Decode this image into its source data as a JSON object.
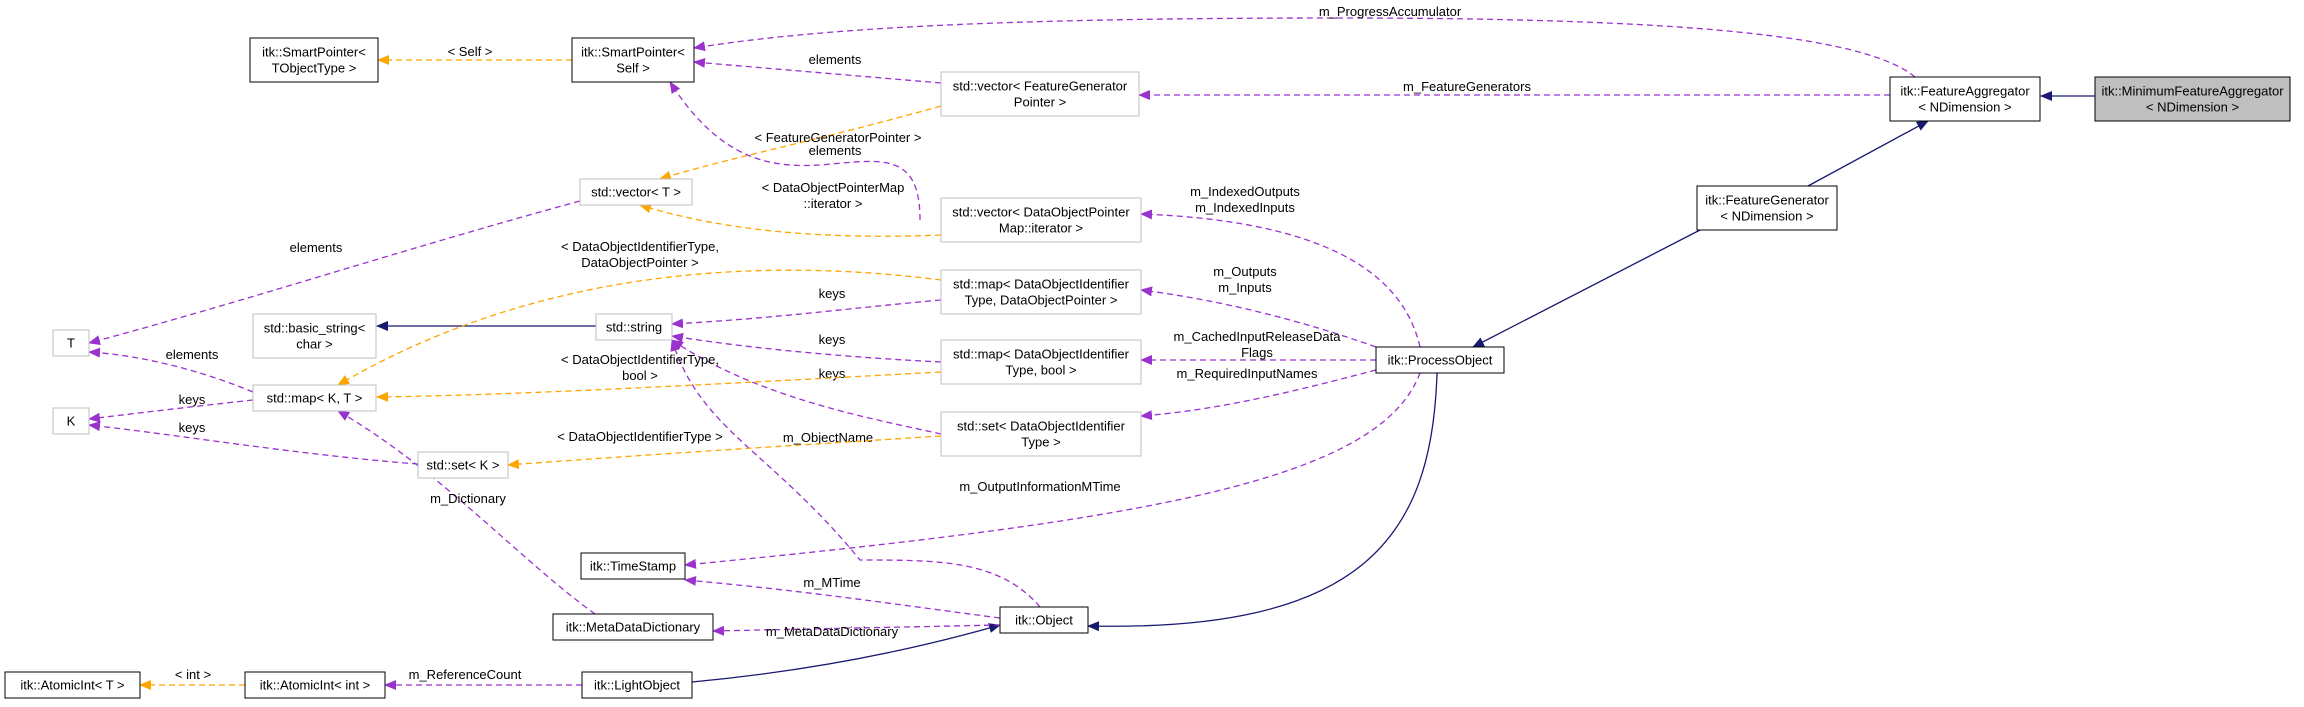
{
  "colors": {
    "inheritance": "#191970",
    "usage": "#9a32cd",
    "template": "#ffa500",
    "focus_fill": "#bfbfbf",
    "gray_border": "#bfbfbf"
  },
  "nodes": [
    {
      "id": "minfeatagg",
      "lines": [
        "itk::MinimumFeatureAggregator",
        "< NDimension >"
      ],
      "style": "focus"
    },
    {
      "id": "featagg",
      "lines": [
        "itk::FeatureAggregator",
        "< NDimension >"
      ],
      "style": "solid"
    },
    {
      "id": "featgen",
      "lines": [
        "itk::FeatureGenerator",
        "< NDimension >"
      ],
      "style": "solid"
    },
    {
      "id": "procobj",
      "lines": [
        "itk::ProcessObject"
      ],
      "style": "solid"
    },
    {
      "id": "object",
      "lines": [
        "itk::Object"
      ],
      "style": "solid"
    },
    {
      "id": "lightobj",
      "lines": [
        "itk::LightObject"
      ],
      "style": "solid"
    },
    {
      "id": "atomicint_int",
      "lines": [
        "itk::AtomicInt< int >"
      ],
      "style": "solid"
    },
    {
      "id": "atomicint_t",
      "lines": [
        "itk::AtomicInt< T >"
      ],
      "style": "solid"
    },
    {
      "id": "metadict",
      "lines": [
        "itk::MetaDataDictionary"
      ],
      "style": "solid"
    },
    {
      "id": "timestamp",
      "lines": [
        "itk::TimeStamp"
      ],
      "style": "solid"
    },
    {
      "id": "smartptr_self",
      "lines": [
        "itk::SmartPointer<",
        "Self >"
      ],
      "style": "solid"
    },
    {
      "id": "smartptr_tobj",
      "lines": [
        "itk::SmartPointer<",
        "TObjectType >"
      ],
      "style": "solid"
    },
    {
      "id": "vec_featgen",
      "lines": [
        "std::vector< FeatureGenerator",
        "Pointer >"
      ],
      "style": "gray"
    },
    {
      "id": "vec_t",
      "lines": [
        "std::vector< T >"
      ],
      "style": "gray"
    },
    {
      "id": "vec_dopm_iter",
      "lines": [
        "std::vector< DataObjectPointer",
        "Map::iterator >"
      ],
      "style": "gray"
    },
    {
      "id": "map_doid_dop",
      "lines": [
        "std::map< DataObjectIdentifier",
        "Type, DataObjectPointer >"
      ],
      "style": "gray"
    },
    {
      "id": "stdstring",
      "lines": [
        "std::string"
      ],
      "style": "gray"
    },
    {
      "id": "basic_string",
      "lines": [
        "std::basic_string<",
        "char >"
      ],
      "style": "gray"
    },
    {
      "id": "map_doid_bool",
      "lines": [
        "std::map< DataObjectIdentifier",
        "Type, bool >"
      ],
      "style": "gray"
    },
    {
      "id": "set_doid",
      "lines": [
        "std::set< DataObjectIdentifier",
        "Type >"
      ],
      "style": "gray"
    },
    {
      "id": "map_kt",
      "lines": [
        "std::map< K, T >"
      ],
      "style": "gray"
    },
    {
      "id": "set_k",
      "lines": [
        "std::set< K >"
      ],
      "style": "gray"
    },
    {
      "id": "t_node",
      "lines": [
        "T"
      ],
      "style": "gray"
    },
    {
      "id": "k_node",
      "lines": [
        "K"
      ],
      "style": "gray"
    }
  ],
  "edges": [
    {
      "id": "featagg-to-minfeatagg",
      "kind": "inheritance",
      "labels": []
    },
    {
      "id": "featgen-to-featagg",
      "kind": "inheritance",
      "labels": []
    },
    {
      "id": "procobj-to-featgen",
      "kind": "inheritance",
      "labels": []
    },
    {
      "id": "object-to-procobj",
      "kind": "inheritance",
      "labels": []
    },
    {
      "id": "lightobj-to-object",
      "kind": "inheritance",
      "labels": []
    },
    {
      "id": "basicstring-to-stdstring",
      "kind": "inheritance",
      "labels": []
    },
    {
      "id": "smartptr-to-featagg",
      "kind": "usage",
      "labels": [
        "m_ProgressAccumulator"
      ]
    },
    {
      "id": "vecfeatgen-to-featagg",
      "kind": "usage",
      "labels": [
        "m_FeatureGenerators"
      ]
    },
    {
      "id": "smartptr-to-vecfeatgen",
      "kind": "usage",
      "labels": [
        "elements"
      ]
    },
    {
      "id": "smartptr-to-vecdopm",
      "kind": "usage",
      "labels": [
        "elements"
      ]
    },
    {
      "id": "vecdopm-to-procobj",
      "kind": "usage",
      "labels": [
        "m_IndexedOutputs",
        "m_IndexedInputs"
      ]
    },
    {
      "id": "mapdop-to-procobj",
      "kind": "usage",
      "labels": [
        "m_Outputs",
        "m_Inputs"
      ]
    },
    {
      "id": "mapbool-to-procobj",
      "kind": "usage",
      "labels": [
        "m_CachedInputReleaseData",
        "Flags"
      ]
    },
    {
      "id": "setdoid-to-procobj",
      "kind": "usage",
      "labels": [
        "m_RequiredInputNames"
      ]
    },
    {
      "id": "timestamp-to-procobj",
      "kind": "usage",
      "labels": [
        "m_OutputInformationMTime"
      ]
    },
    {
      "id": "timestamp-to-object",
      "kind": "usage",
      "labels": [
        "m_MTime"
      ]
    },
    {
      "id": "metadict-to-object",
      "kind": "usage",
      "labels": [
        "m_MetaDataDictionary"
      ]
    },
    {
      "id": "stdstring-to-object",
      "kind": "usage",
      "labels": [
        "m_ObjectName"
      ]
    },
    {
      "id": "atomicint-to-lightobj",
      "kind": "usage",
      "labels": [
        "m_ReferenceCount"
      ]
    },
    {
      "id": "mapkt-to-metadict",
      "kind": "usage",
      "labels": [
        "m_Dictionary"
      ]
    },
    {
      "id": "stdstring-to-mapdop",
      "kind": "usage",
      "labels": [
        "keys"
      ]
    },
    {
      "id": "stdstring-to-mapbool",
      "kind": "usage",
      "labels": [
        "keys"
      ]
    },
    {
      "id": "stdstring-to-setdoid",
      "kind": "usage",
      "labels": [
        "keys"
      ]
    },
    {
      "id": "t-to-vect",
      "kind": "usage",
      "labels": [
        "elements"
      ]
    },
    {
      "id": "t-to-mapkt",
      "kind": "usage",
      "labels": [
        "elements"
      ]
    },
    {
      "id": "k-to-mapkt",
      "kind": "usage",
      "labels": [
        "keys"
      ]
    },
    {
      "id": "k-to-setk",
      "kind": "usage",
      "labels": [
        "keys"
      ]
    },
    {
      "id": "smartptrtobj-to-smartptrself",
      "kind": "template",
      "labels": [
        "< Self >"
      ]
    },
    {
      "id": "vect-to-vecfeatgen",
      "kind": "template",
      "labels": [
        "< FeatureGeneratorPointer >"
      ]
    },
    {
      "id": "vect-to-vecdopm",
      "kind": "template",
      "labels": [
        "< DataObjectPointerMap",
        "::iterator >"
      ]
    },
    {
      "id": "mapkt-to-mapdop",
      "kind": "template",
      "labels": [
        "< DataObjectIdentifierType,",
        "DataObjectPointer >"
      ]
    },
    {
      "id": "mapkt-to-mapbool",
      "kind": "template",
      "labels": [
        "< DataObjectIdentifierType,",
        "bool >"
      ]
    },
    {
      "id": "setk-to-setdoid",
      "kind": "template",
      "labels": [
        "< DataObjectIdentifierType >"
      ]
    },
    {
      "id": "atomicintt-to-atomicintint",
      "kind": "template",
      "labels": [
        "< int >"
      ]
    }
  ]
}
